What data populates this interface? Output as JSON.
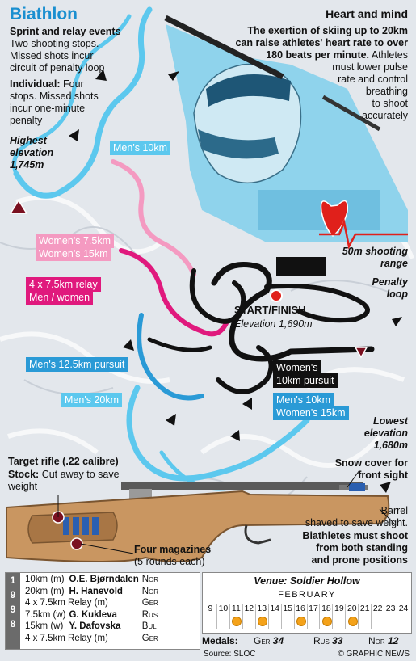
{
  "title": "Biathlon",
  "intro": {
    "sprint_heading": "Sprint and relay events",
    "sprint_lines": [
      "Two shooting stops.",
      "Missed shots incur",
      "circuit of penalty loop"
    ],
    "individual_heading": "Individual:",
    "individual_first": "Four",
    "individual_lines": [
      "stops. Missed shots",
      "incur one-minute",
      "penalty"
    ]
  },
  "highest_elevation": [
    "Highest",
    "elevation",
    "1,745m"
  ],
  "heart": {
    "heading": "Heart and mind",
    "lines_bold": [
      "The exertion of skiing up to 20km",
      "can raise athletes' heart rate to over",
      "180 beats per minute."
    ],
    "lines_normal_first": "Athletes",
    "lines_normal": [
      "must lower pulse",
      "rate and control",
      "breathing",
      "to shoot",
      "accurately"
    ]
  },
  "course_labels": {
    "men10": "Men's 10km",
    "women75": "Women's 7.5km",
    "women15": "Women's 15km",
    "relay_a": "4 x 7.5km relay",
    "relay_b": "Men / women",
    "men125": "Men's 12.5km pursuit",
    "men20": "Men's 20km",
    "women10p_a": "Women's",
    "women10p_b": "10km pursuit",
    "men10w15_a": "Men's 10km",
    "men10w15_b": "Women's 15km"
  },
  "range": {
    "line1": "50m shooting",
    "line2": "range"
  },
  "penalty": {
    "line1": "Penalty",
    "line2": "loop"
  },
  "start": {
    "label": "START/FINISH",
    "elevation": "Elevation 1,690m"
  },
  "lowest": [
    "Lowest",
    "elevation",
    "1,680m"
  ],
  "rifle": {
    "title": "Target rifle",
    "calibre": "(.22 calibre)",
    "stock_label": "Stock:",
    "stock_first": "Cut away to save",
    "stock_second": "weight",
    "snow_lines": [
      "Snow cover for",
      "front sight"
    ],
    "barrel_lines": [
      "Barrel",
      "shaved to save weight."
    ],
    "standing_lines": [
      "Biathletes must shoot",
      "from both standing",
      "and prone positions"
    ],
    "magazines": "Four magazines",
    "rounds": "(5 rounds each)"
  },
  "results": {
    "year": [
      "1",
      "9",
      "9",
      "8"
    ],
    "rows": [
      {
        "event": "10km (m)",
        "name": "O.E. Bjørndalen",
        "nation": "Nor"
      },
      {
        "event": "20km (m)",
        "name": "H. Hanevold",
        "nation": "Nor"
      },
      {
        "event": "4 x 7.5km Relay (m)",
        "name": "",
        "nation": "Ger"
      },
      {
        "event": "7.5km (w)",
        "name": "G. Kukleva",
        "nation": "Rus"
      },
      {
        "event": "15km (w)",
        "name": "Y. Dafovska",
        "nation": "Bul"
      },
      {
        "event": "4 x 7.5km Relay (m)",
        "name": "",
        "nation": "Ger"
      }
    ]
  },
  "calendar": {
    "venue": "Venue: Soldier Hollow",
    "month": "FEBRUARY",
    "days": [
      "9",
      "10",
      "11",
      "12",
      "13",
      "14",
      "15",
      "16",
      "17",
      "18",
      "19",
      "20",
      "21",
      "22",
      "23",
      "24"
    ],
    "event_days": [
      "11",
      "13",
      "16",
      "18",
      "20"
    ]
  },
  "medals": {
    "label": "Medals:",
    "ger": "Ger",
    "ger_n": "34",
    "rus": "Rus",
    "rus_n": "33",
    "nor": "Nor",
    "nor_n": "12"
  },
  "footer": {
    "source": "Source: SLOC",
    "credit": "© GRAPHIC NEWS"
  },
  "colors": {
    "cyan": "#5cc8ee",
    "pink": "#f49ac1",
    "magenta": "#e0197d",
    "blue": "#2a9ad6",
    "black": "#111111",
    "stock": "#c99661"
  }
}
